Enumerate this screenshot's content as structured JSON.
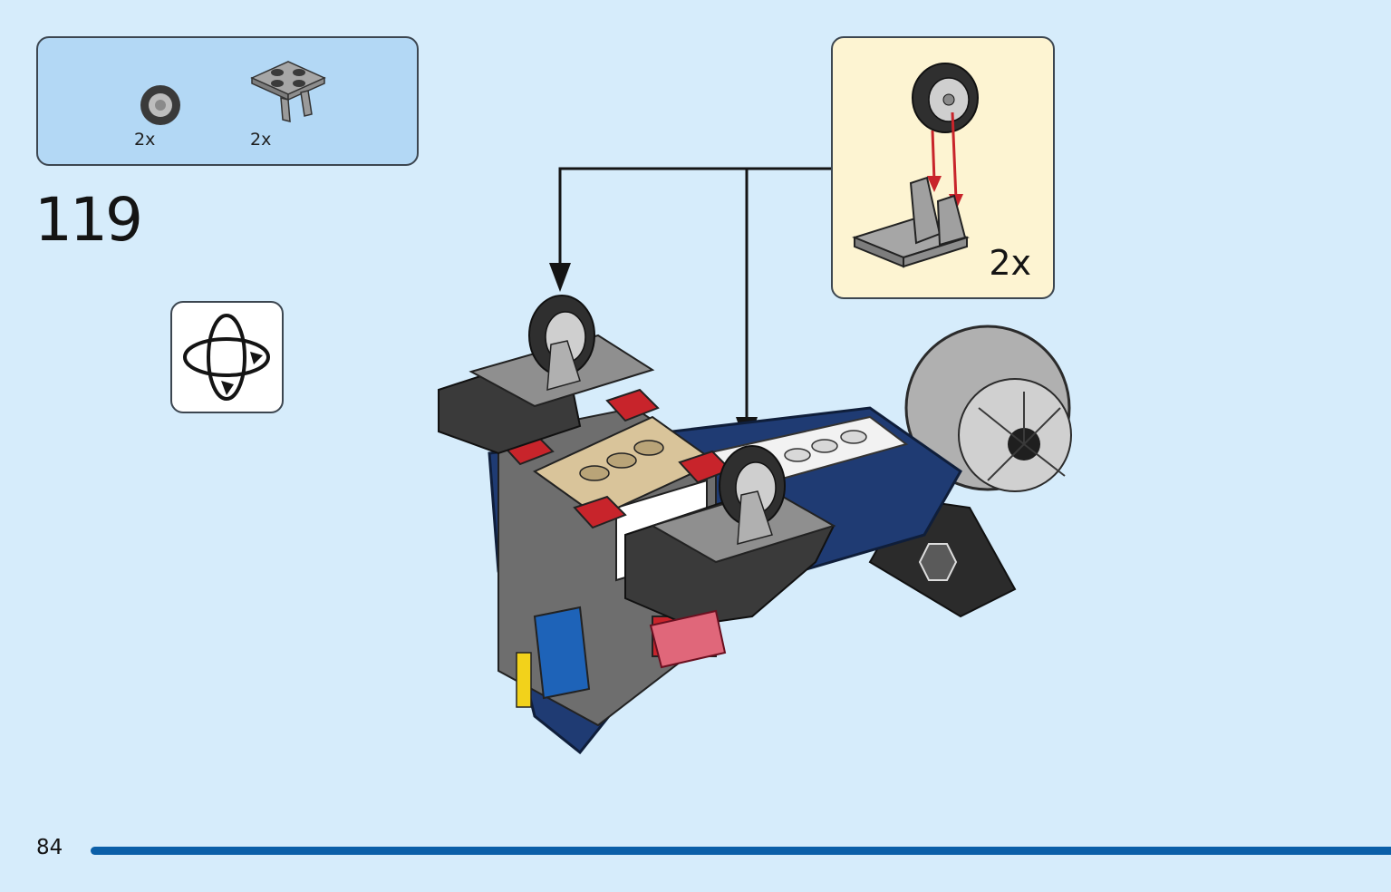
{
  "parts_list": {
    "items": [
      {
        "icon": "wheel-icon",
        "quantity": "2x"
      },
      {
        "icon": "plate-with-holders-icon",
        "quantity": "2x"
      }
    ]
  },
  "step": {
    "number": "119"
  },
  "rotate_indicator": {
    "icon": "rotate-model-icon"
  },
  "callout": {
    "quantity": "2x"
  },
  "footer": {
    "page_number": "84"
  },
  "colors": {
    "background": "#d6ecfb",
    "parts_box": "#b3d8f5",
    "callout_box": "#fdf4d2",
    "page_bar": "#0b5fa8",
    "arrow_red": "#c8242b",
    "navy": "#1f3b73",
    "dark_grey": "#3a3a3a",
    "light_grey": "#a9a9a9",
    "tan": "#d9c49a",
    "red": "#c8242b"
  }
}
